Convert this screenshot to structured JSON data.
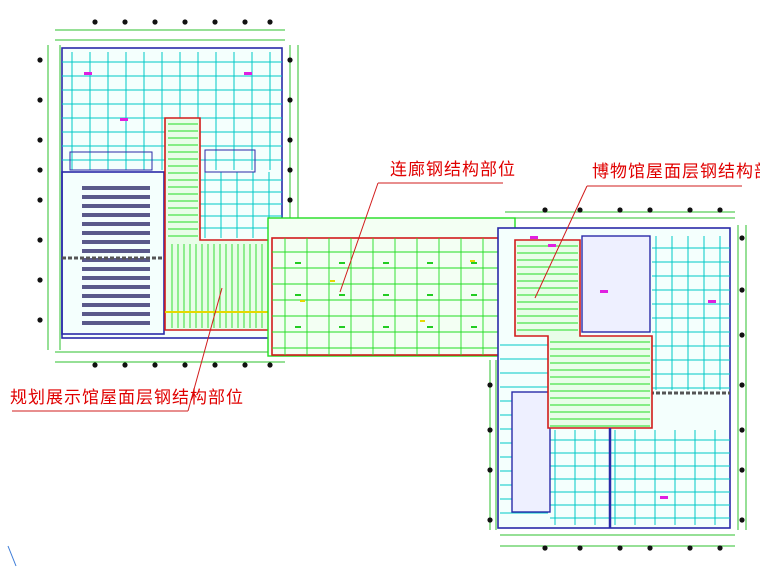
{
  "labels": {
    "corridor": "连廊钢结构部位",
    "museum_roof": "博物馆屋面层钢结构部位",
    "planning_hall_roof": "规划展示馆屋面层钢结构部位"
  },
  "colors": {
    "background": "#ffffff",
    "label_red": "#e00000",
    "outline_red": "#d21c1c",
    "steel_green": "#22dd22",
    "beam_cyan": "#00c8c8",
    "wall_blue": "#2a2aa8",
    "dim_green": "#2ec02e",
    "axis_black": "#000000"
  }
}
